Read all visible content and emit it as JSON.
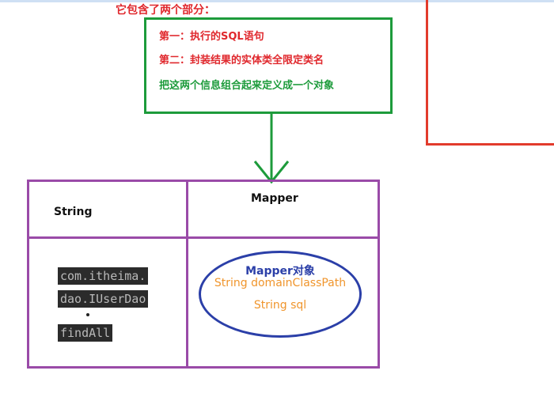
{
  "heading": "它包含了两个部分：",
  "green_box": {
    "line1": "第一：执行的SQL语句",
    "line2": "第二：封装结果的实体类全限定类名",
    "line3": "把这两个信息组合起来定义成一个对象"
  },
  "table": {
    "left_header": "String",
    "right_header": "Mapper",
    "code_lines": [
      "com.itheima.",
      "dao.IUserDao",
      "findAll"
    ],
    "ellipse": {
      "title": "Mapper对象",
      "field1": "String domainClassPath",
      "field2": "String sql"
    }
  },
  "colors": {
    "red": "#e0282d",
    "green": "#1d9b3b",
    "purple": "#9a4ba8",
    "blue": "#2b3fa8",
    "orange": "#f0952c"
  }
}
